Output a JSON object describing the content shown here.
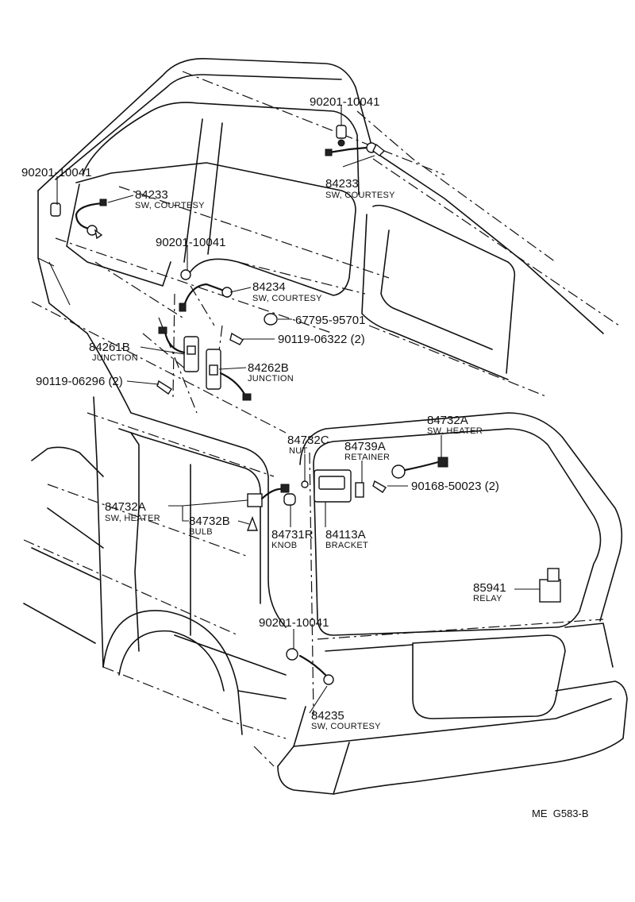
{
  "parts": {
    "nut_top": {
      "number": "90201-10041"
    },
    "sw_courtesy_rear_top": {
      "number": "84233",
      "desc": "SW, COURTESY"
    },
    "nut_left": {
      "number": "90201-10041"
    },
    "sw_courtesy_left": {
      "number": "84233",
      "desc": "SW, COURTESY"
    },
    "nut_mid": {
      "number": "90201-10041"
    },
    "sw_courtesy_mid": {
      "number": "84234",
      "desc": "SW, COURTESY"
    },
    "o_ring": {
      "number": "67795-95701"
    },
    "screw_mid": {
      "number": "90119-06322 (2)"
    },
    "junction_b": {
      "number": "84261B",
      "desc": "JUNCTION"
    },
    "junction_c": {
      "number": "84262B",
      "desc": "JUNCTION"
    },
    "screw_left": {
      "number": "90119-06296 (2)"
    },
    "nut_c": {
      "number": "84732C",
      "desc": "NUT"
    },
    "retainer": {
      "number": "84739A",
      "desc": "RETAINER"
    },
    "sw_heater_right": {
      "number": "84732A",
      "desc": "SW, HEATER"
    },
    "screw_right": {
      "number": "90168-50023 (2)"
    },
    "sw_heater_left": {
      "number": "84732A",
      "desc": "SW, HEATER"
    },
    "bulb": {
      "number": "84732B",
      "desc": "BULB"
    },
    "knob": {
      "number": "84731R",
      "desc": "KNOB"
    },
    "bracket": {
      "number": "84113A",
      "desc": "BRACKET"
    },
    "relay": {
      "number": "85941",
      "desc": "RELAY"
    },
    "nut_bottom": {
      "number": "90201-10041"
    },
    "sw_courtesy_bottom": {
      "number": "84235",
      "desc": "SW, COURTESY"
    }
  },
  "diagram_code": "ME  G583-B"
}
